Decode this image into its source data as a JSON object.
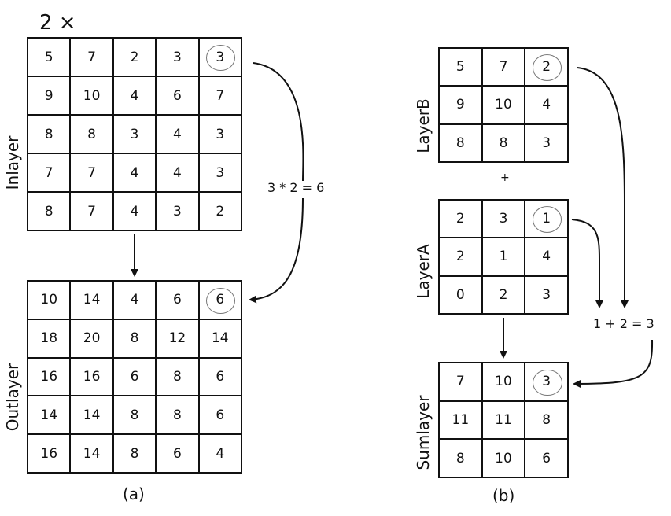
{
  "panel_a": {
    "multiplier": "2 ×",
    "inlayer": {
      "label": "Inlayer",
      "rows": [
        [
          "5",
          "7",
          "2",
          "3",
          "3"
        ],
        [
          "9",
          "10",
          "4",
          "6",
          "7"
        ],
        [
          "8",
          "8",
          "3",
          "4",
          "3"
        ],
        [
          "7",
          "7",
          "4",
          "4",
          "3"
        ],
        [
          "8",
          "7",
          "4",
          "3",
          "2"
        ]
      ]
    },
    "outlayer": {
      "label": "Outlayer",
      "rows": [
        [
          "10",
          "14",
          "4",
          "6",
          "6"
        ],
        [
          "18",
          "20",
          "8",
          "12",
          "14"
        ],
        [
          "16",
          "16",
          "6",
          "8",
          "6"
        ],
        [
          "14",
          "14",
          "8",
          "8",
          "6"
        ],
        [
          "16",
          "14",
          "8",
          "6",
          "4"
        ]
      ]
    },
    "equation": "3 * 2 = 6",
    "caption": "(a)"
  },
  "panel_b": {
    "layerb": {
      "label": "LayerB",
      "rows": [
        [
          "5",
          "7",
          "2"
        ],
        [
          "9",
          "10",
          "4"
        ],
        [
          "8",
          "8",
          "3"
        ]
      ]
    },
    "plus": "+",
    "layera": {
      "label": "LayerA",
      "rows": [
        [
          "2",
          "3",
          "1"
        ],
        [
          "2",
          "1",
          "4"
        ],
        [
          "0",
          "2",
          "3"
        ]
      ]
    },
    "sumlayer": {
      "label": "Sumlayer",
      "rows": [
        [
          "7",
          "10",
          "3"
        ],
        [
          "11",
          "11",
          "8"
        ],
        [
          "8",
          "10",
          "6"
        ]
      ]
    },
    "equation": "1 + 2 = 3",
    "caption": "(b)"
  }
}
